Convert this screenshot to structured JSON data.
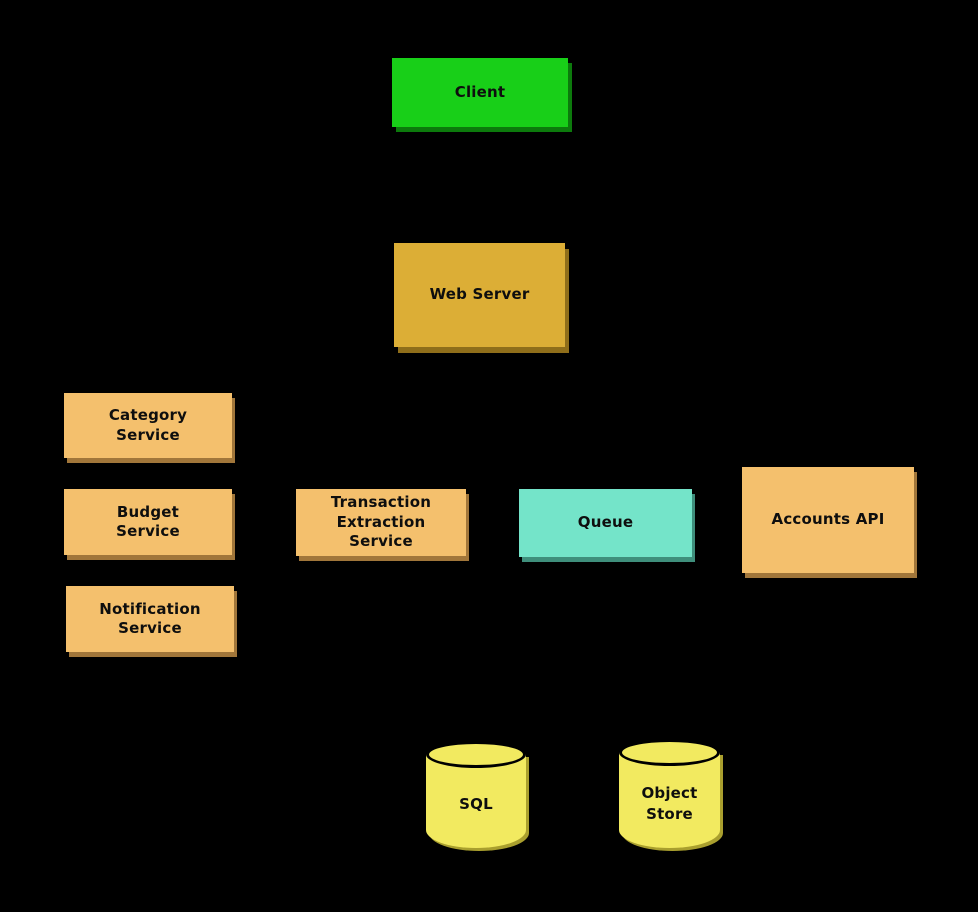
{
  "diagram": {
    "background": "#000000",
    "text_color": "#0e0e0e",
    "nodes": [
      {
        "id": "client",
        "label": "Client",
        "shape": "box",
        "fill": "#18cf18"
      },
      {
        "id": "web-server",
        "label": "Web Server",
        "shape": "box",
        "fill": "#dcae36"
      },
      {
        "id": "category-service",
        "label": "Category\nService",
        "shape": "box",
        "fill": "#f4c06d"
      },
      {
        "id": "budget-service",
        "label": "Budget\nService",
        "shape": "box",
        "fill": "#f4c06d"
      },
      {
        "id": "notification-service",
        "label": "Notification\nService",
        "shape": "box",
        "fill": "#f4c06d"
      },
      {
        "id": "transaction-extraction-service",
        "label": "Transaction\nExtraction\nService",
        "shape": "box",
        "fill": "#f4c06d"
      },
      {
        "id": "queue",
        "label": "Queue",
        "shape": "box",
        "fill": "#74e4c9"
      },
      {
        "id": "accounts-api",
        "label": "Accounts API",
        "shape": "box",
        "fill": "#f4c06d"
      },
      {
        "id": "sql",
        "label": "SQL",
        "shape": "cylinder",
        "fill": "#f2ea60"
      },
      {
        "id": "object-store",
        "label": "Object\nStore",
        "shape": "cylinder",
        "fill": "#f2ea60"
      }
    ]
  }
}
